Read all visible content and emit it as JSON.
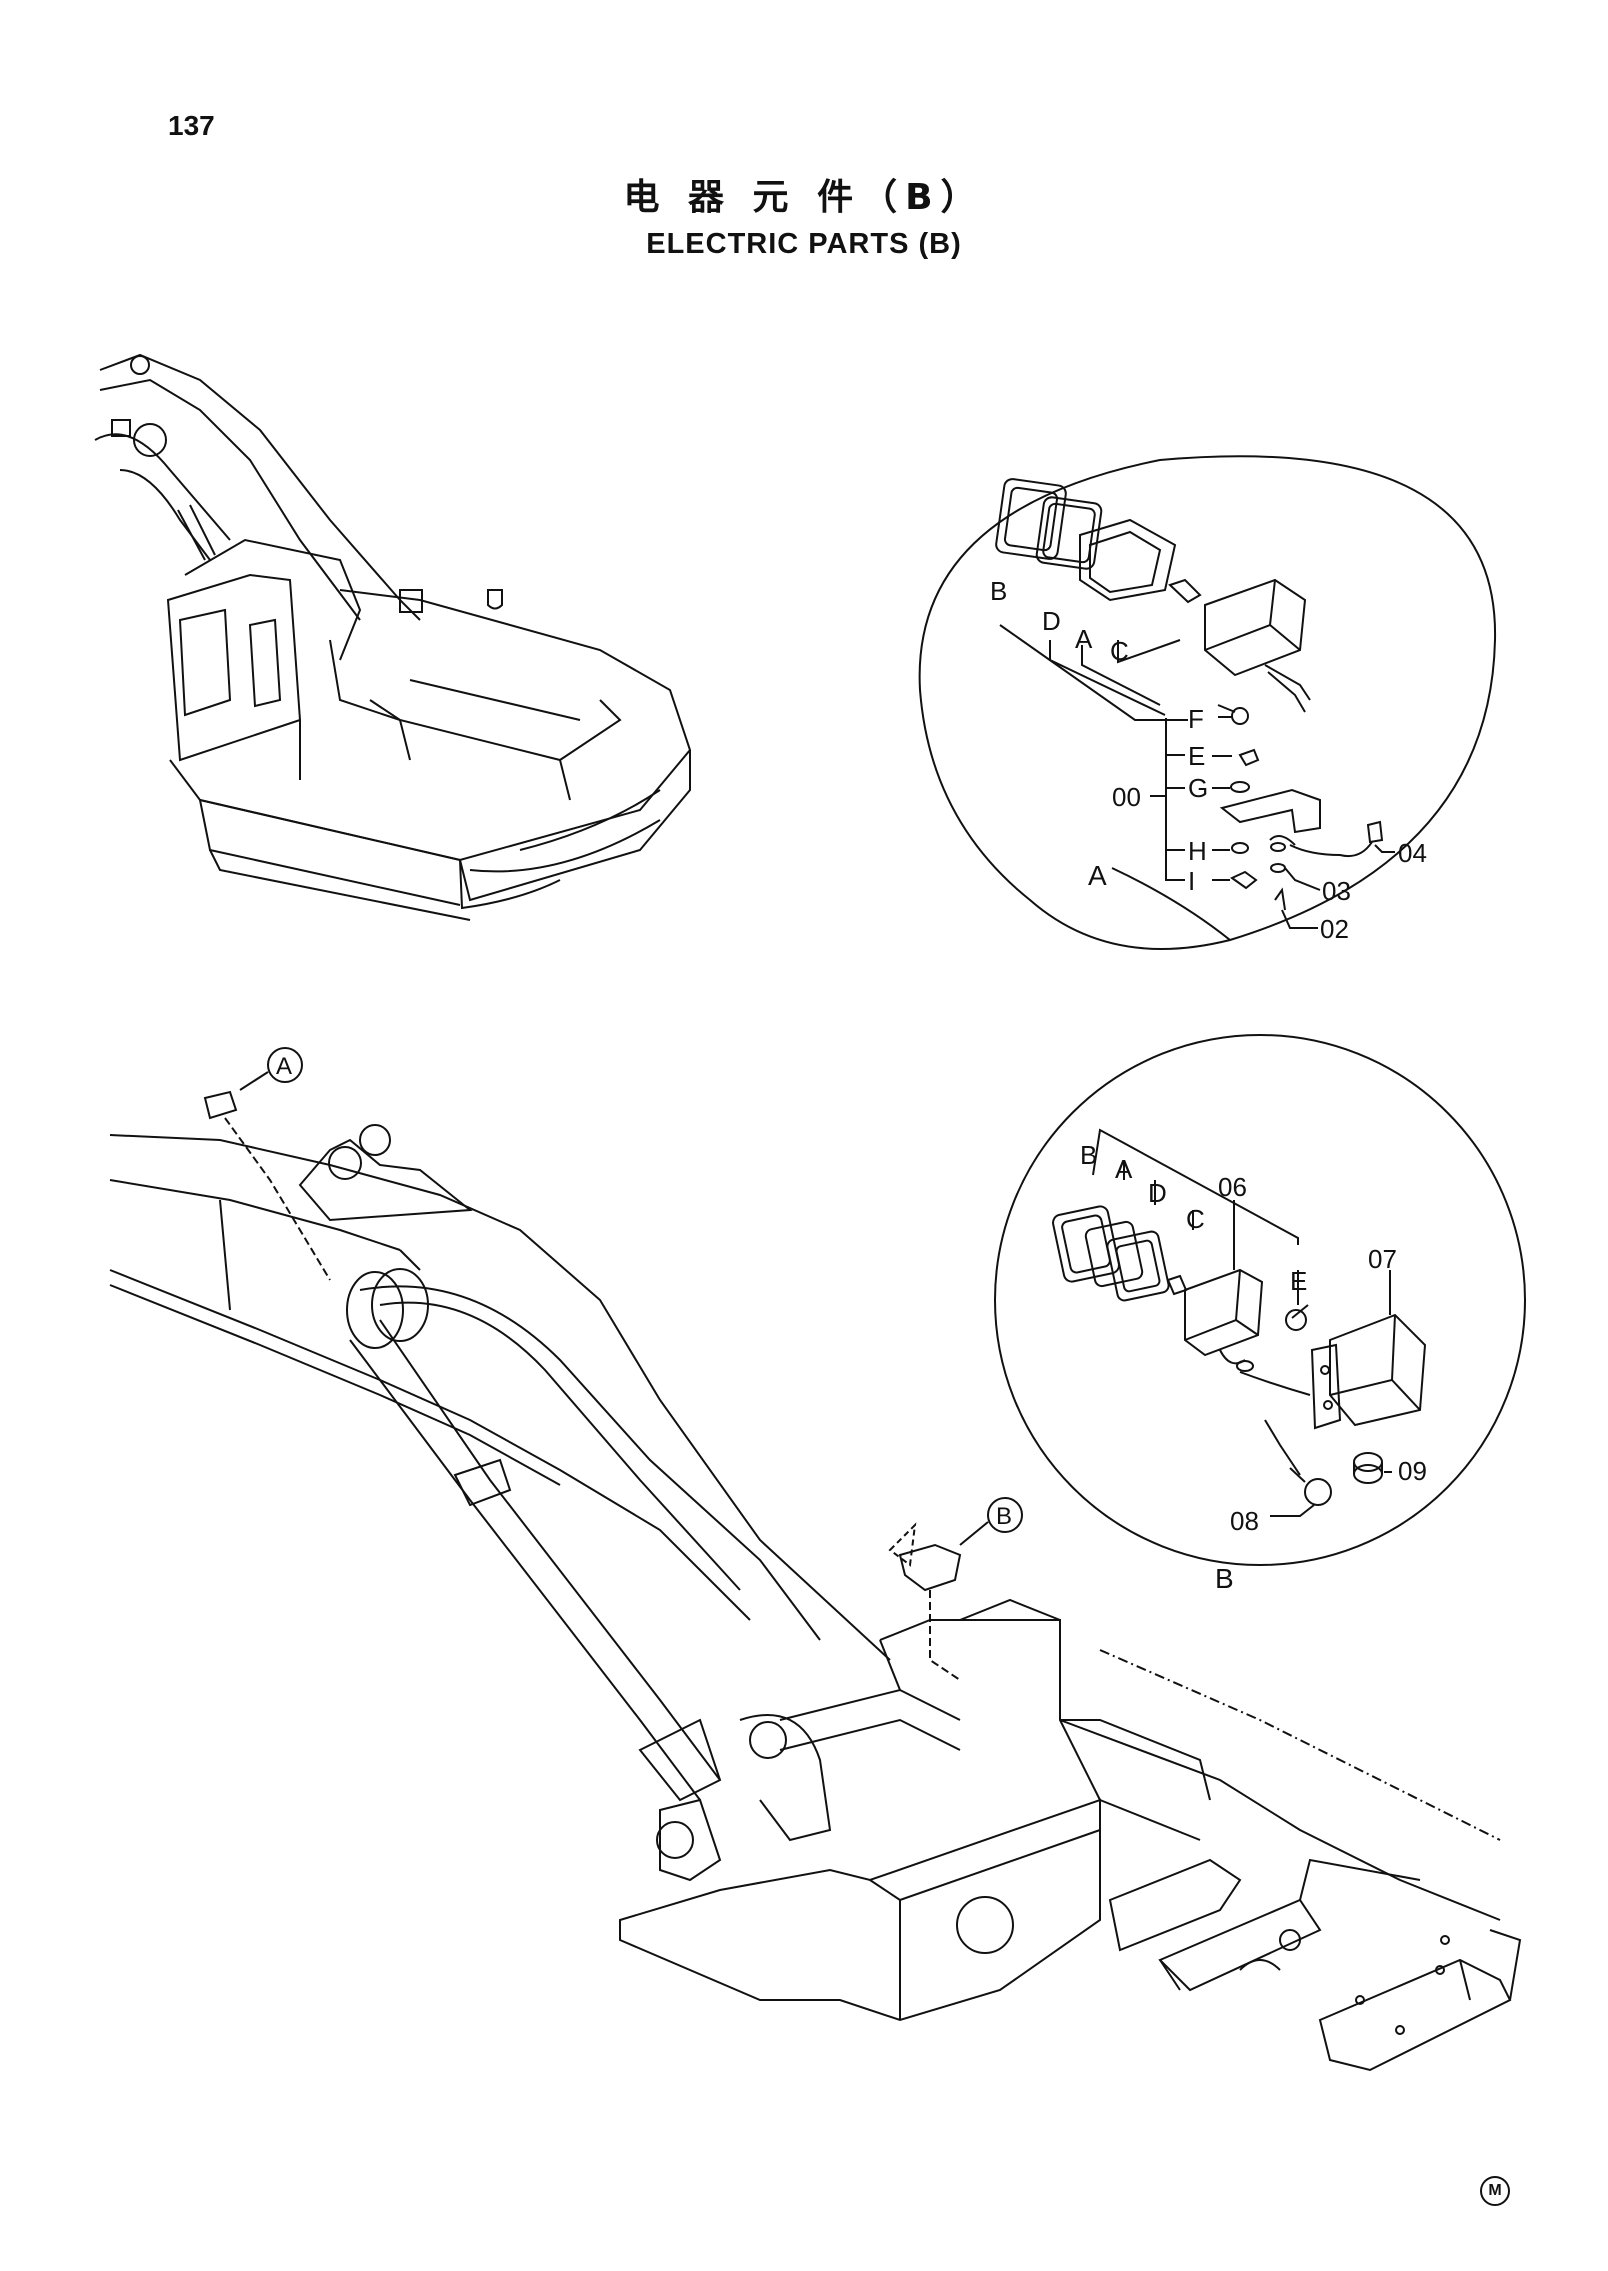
{
  "page": {
    "number": "137"
  },
  "title": {
    "chinese": "电 器 元 件（B）",
    "english": "ELECTRIC  PARTS (B)"
  },
  "detail_a": {
    "callout": "A",
    "frame_label": "A",
    "assembly": "00",
    "letters": [
      "B",
      "D",
      "A",
      "C",
      "F",
      "E",
      "G",
      "H",
      "I"
    ],
    "parts": [
      "04",
      "03",
      "02"
    ]
  },
  "detail_b": {
    "callout": "B",
    "frame_label": "B",
    "letters": [
      "B",
      "A",
      "D",
      "C",
      "E"
    ],
    "parts": [
      "06",
      "07",
      "08",
      "09"
    ]
  },
  "corner_mark": "M"
}
